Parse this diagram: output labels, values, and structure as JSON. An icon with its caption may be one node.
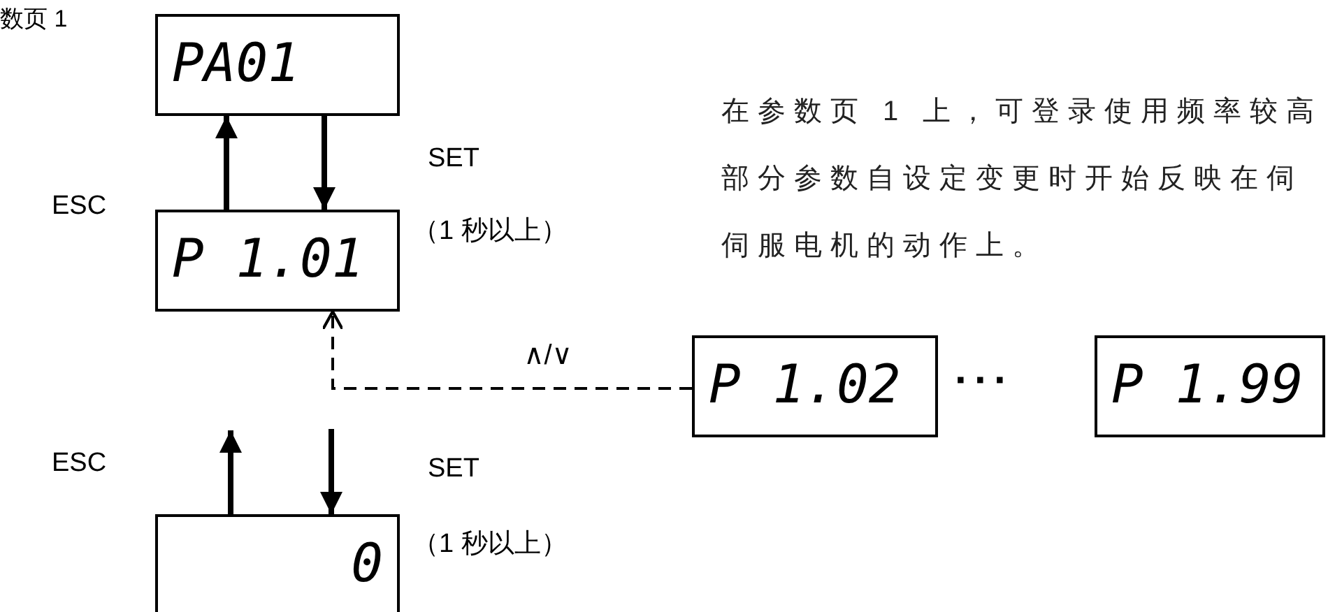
{
  "diagram": {
    "nodes": [
      {
        "text": [
          "PA01"
        ]
      },
      {
        "text": [
          "P 1.01"
        ]
      },
      {
        "text": [
          "0"
        ]
      },
      {
        "text": [
          "P 1.02"
        ]
      },
      {
        "text": [
          "P 1.99"
        ]
      }
    ],
    "edges": [
      {
        "from": 1,
        "to": 0,
        "arrow": "to"
      },
      {
        "from": 0,
        "to": 1,
        "arrow": "to"
      },
      {
        "from": 2,
        "to": null,
        "arrow": "to"
      },
      {
        "from": null,
        "to": 2,
        "arrow": "to"
      },
      {
        "from": 3,
        "to": 1,
        "arrow": "to",
        "style": "dashed",
        "label": "∧/∨"
      }
    ],
    "labels": [
      "数页 1",
      "ESC",
      "SET",
      "（1 秒以上）",
      "ESC",
      "SET",
      "（1 秒以上）",
      "···",
      "在参数页 1 上，可登录使用频率较高部分参数自设定变更时开始反映在伺伺服电机的动作上。"
    ]
  }
}
